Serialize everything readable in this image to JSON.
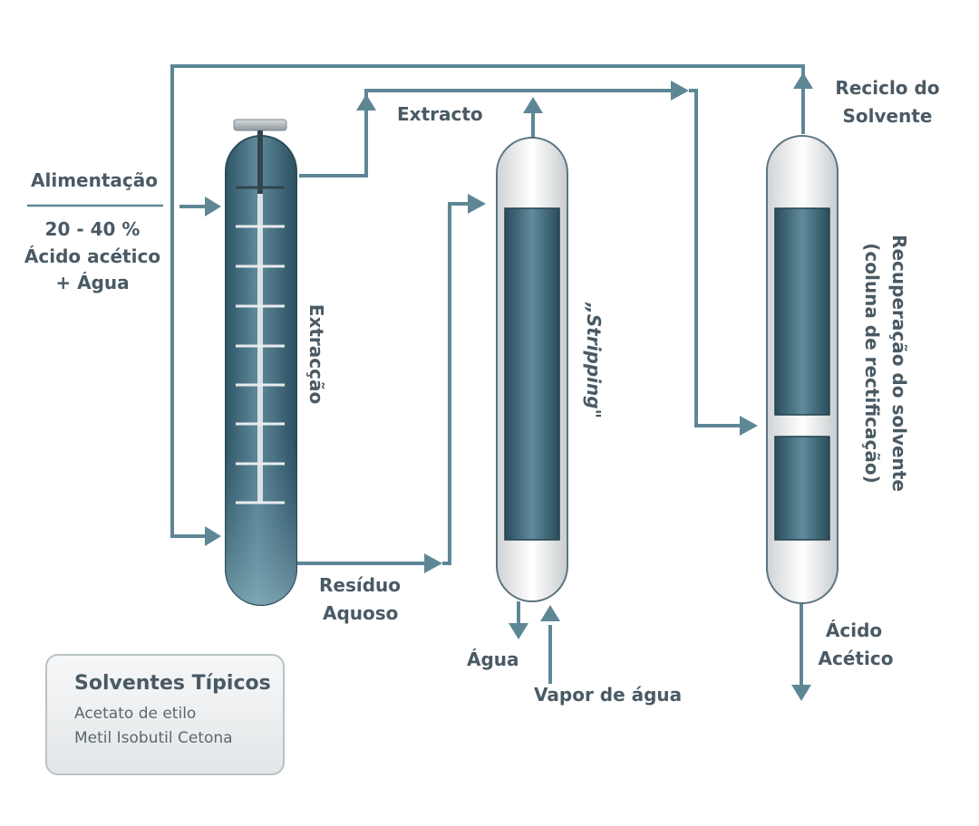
{
  "labels": {
    "feed_title": "Alimentação",
    "feed_line1": "20 - 40 %",
    "feed_line2": "Ácido acético",
    "feed_line3": "+ Água",
    "extract": "Extracto",
    "extraction": "Extracção",
    "aqueous_residue_1": "Resíduo",
    "aqueous_residue_2": "Aquoso",
    "stripping": "„Stripping\"",
    "water": "Água",
    "steam": "Vapor de água",
    "solvent_recycle_1": "Reciclo do",
    "solvent_recycle_2": "Solvente",
    "solvent_recovery_1": "Recuperação do solvente",
    "solvent_recovery_2": "(coluna de rectificação)",
    "acetic_acid_1": "Ácido",
    "acetic_acid_2": "Acético"
  },
  "legend": {
    "title": "Solventes Típicos",
    "items": [
      "Acetato de etilo",
      "Metil Isobutil Cetona"
    ]
  },
  "colors": {
    "flow": "#5e8796",
    "column_dark": "#2f5566",
    "column_light": "#7aa3b2",
    "vessel_shell": "#e8eaeb",
    "text": "#4a5a64"
  },
  "icons": [
    "flow-arrow"
  ]
}
